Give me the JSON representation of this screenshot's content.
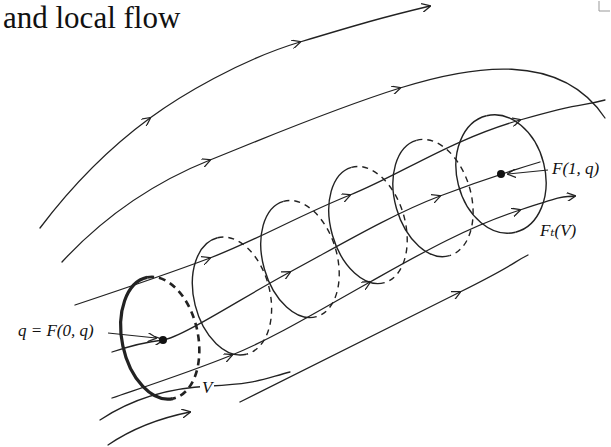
{
  "diagram": {
    "title": "and local flow",
    "labels": [
      "q = F(0, q)",
      "V",
      "F(1, q)",
      "Fₜ(V)"
    ]
  }
}
